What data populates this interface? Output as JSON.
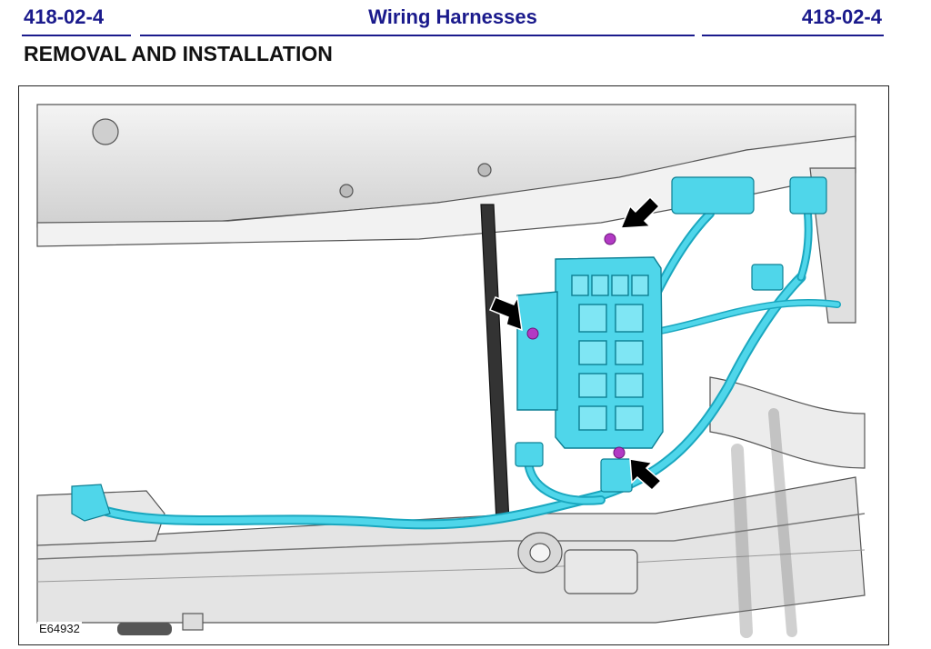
{
  "header": {
    "section_left": "418-02-4",
    "title": "Wiring Harnesses",
    "section_right": "418-02-4"
  },
  "subheading": "REMOVAL AND INSTALLATION",
  "figure": {
    "id": "E64932",
    "colors": {
      "harness": "#4fd6ea",
      "harness_dark": "#1aa7bf",
      "fastener": "#b23ac4",
      "arrow": "#000000",
      "structure": "#e6e6e6",
      "outline": "#555555"
    },
    "callout_arrow_count": 3,
    "highlighted_fastener_count": 3
  }
}
